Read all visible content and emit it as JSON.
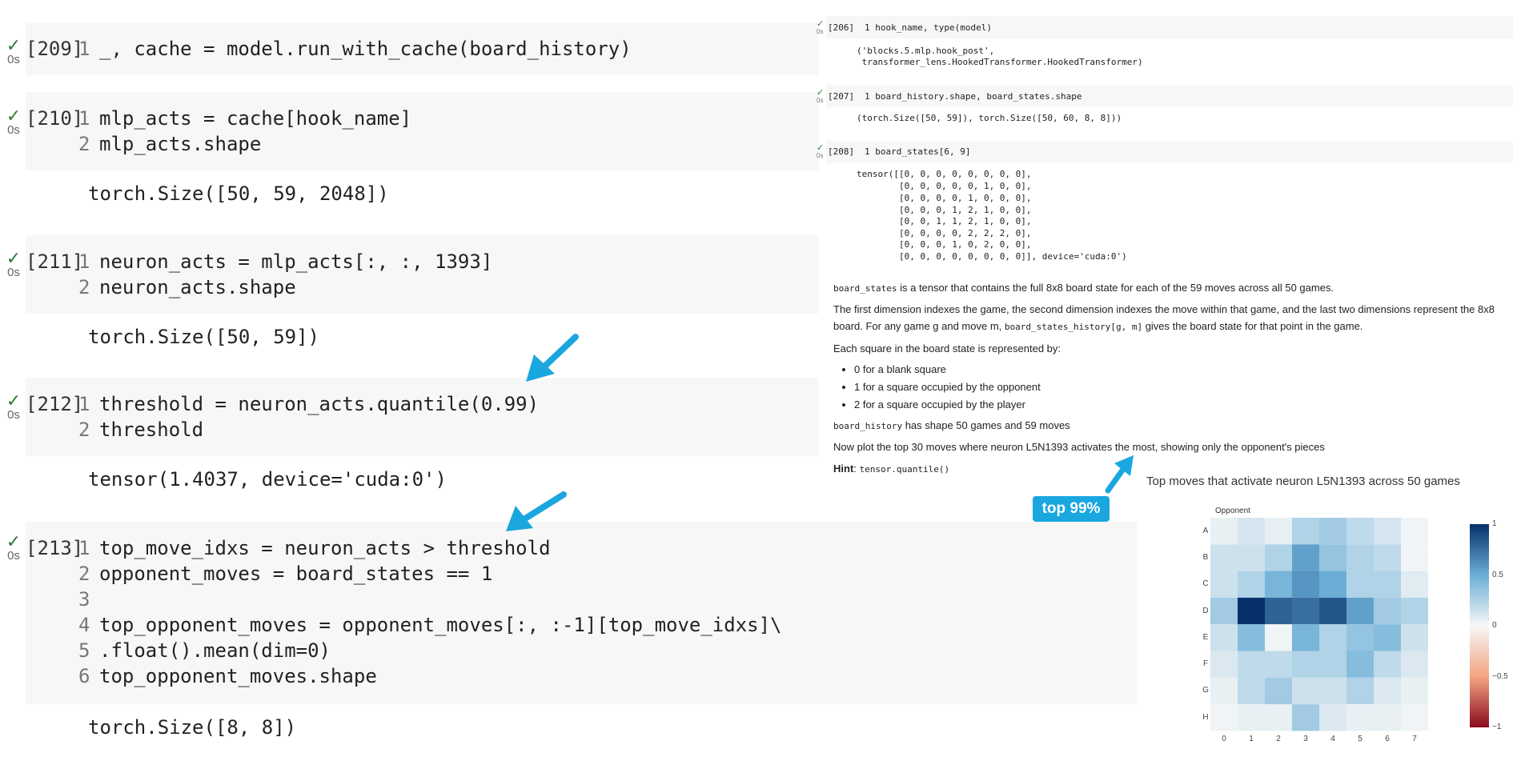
{
  "left_cells": [
    {
      "prompt": "[209]",
      "run_time": "0s",
      "lines": [
        {
          "num": "1",
          "text": "_, cache = model.run_with_cache(board_history)"
        }
      ],
      "output": ""
    },
    {
      "prompt": "[210]",
      "run_time": "0s",
      "lines": [
        {
          "num": "1",
          "text": "mlp_acts = cache[hook_name]"
        },
        {
          "num": "2",
          "text": "mlp_acts.shape"
        }
      ],
      "output": "torch.Size([50, 59, 2048])"
    },
    {
      "prompt": "[211]",
      "run_time": "0s",
      "lines": [
        {
          "num": "1",
          "text": "neuron_acts = mlp_acts[:, :, 1393]"
        },
        {
          "num": "2",
          "text": "neuron_acts.shape"
        }
      ],
      "output": "torch.Size([50, 59])"
    },
    {
      "prompt": "[212]",
      "run_time": "0s",
      "lines": [
        {
          "num": "1",
          "text": "threshold = neuron_acts.quantile(0.99)"
        },
        {
          "num": "2",
          "text": "threshold"
        }
      ],
      "output": "tensor(1.4037, device='cuda:0')"
    },
    {
      "prompt": "[213]",
      "run_time": "0s",
      "lines": [
        {
          "num": "1",
          "text": "top_move_idxs = neuron_acts > threshold"
        },
        {
          "num": "2",
          "text": "opponent_moves = board_states == 1"
        },
        {
          "num": "3",
          "text": ""
        },
        {
          "num": "4",
          "text": "top_opponent_moves = opponent_moves[:, :-1][top_move_idxs]\\"
        },
        {
          "num": "5",
          "text": ".float().mean(dim=0)"
        },
        {
          "num": "6",
          "text": "top_opponent_moves.shape"
        }
      ],
      "output": "torch.Size([8, 8])"
    }
  ],
  "right_cells": [
    {
      "prompt": "[206]",
      "run_time": "0s",
      "line": "1 hook_name, type(model)",
      "output": [
        "('blocks.5.mlp.hook_post',",
        " transformer_lens.HookedTransformer.HookedTransformer)"
      ]
    },
    {
      "prompt": "[207]",
      "run_time": "0s",
      "line": "1 board_history.shape, board_states.shape",
      "output": [
        "(torch.Size([50, 59]), torch.Size([50, 60, 8, 8]))"
      ]
    },
    {
      "prompt": "[208]",
      "run_time": "0s",
      "line": "1 board_states[6, 9]",
      "output": [
        "tensor([[0, 0, 0, 0, 0, 0, 0, 0],",
        "        [0, 0, 0, 0, 0, 1, 0, 0],",
        "        [0, 0, 0, 0, 1, 0, 0, 0],",
        "        [0, 0, 0, 1, 2, 1, 0, 0],",
        "        [0, 0, 1, 1, 2, 1, 0, 0],",
        "        [0, 0, 0, 0, 2, 2, 2, 0],",
        "        [0, 0, 0, 1, 0, 2, 0, 0],",
        "        [0, 0, 0, 0, 0, 0, 0, 0]], device='cuda:0')"
      ]
    }
  ],
  "markdown": {
    "p1_code": "board_states",
    "p1_text": " is a tensor that contains the full 8x8 board state for each of the 59 moves across all 50 games.",
    "p2_line1": "The first dimension indexes the game, the second dimension indexes the move within that game, and the last two dimensions represent the 8x8",
    "p2_line2_a": "board. For any game g and move m, ",
    "p2_line2_code": "board_states_history[g, m]",
    "p2_line2_b": " gives the board state for that point in the game.",
    "p3": "Each square in the board state is represented by:",
    "bullets": [
      "0 for a blank square",
      "1 for a square occupied by the opponent",
      "2 for a square occupied by the player"
    ],
    "p4_code": "board_history",
    "p4_text": " has shape 50 games and 59 moves",
    "p5": "Now plot the top 30 moves where neuron L5N1393 activates the most, showing only the opponent's pieces",
    "hint_label": "Hint",
    "hint_sep": ": ",
    "hint_code": "tensor.quantile()"
  },
  "badge": "top 99%",
  "arrow_color": "#1aa7e0",
  "chart_data": {
    "type": "heatmap",
    "title": "Top moves that activate neuron L5N1393 across 50 games",
    "subtitle": "Opponent",
    "row_labels": [
      "A",
      "B",
      "C",
      "D",
      "E",
      "F",
      "G",
      "H"
    ],
    "col_labels": [
      "0",
      "1",
      "2",
      "3",
      "4",
      "5",
      "6",
      "7"
    ],
    "values": [
      [
        0.05,
        0.12,
        0.05,
        0.25,
        0.3,
        0.2,
        0.12,
        0.02
      ],
      [
        0.15,
        0.15,
        0.25,
        0.55,
        0.35,
        0.25,
        0.2,
        0.02
      ],
      [
        0.15,
        0.25,
        0.45,
        0.6,
        0.5,
        0.25,
        0.25,
        0.08
      ],
      [
        0.3,
        1.0,
        0.8,
        0.75,
        0.85,
        0.55,
        0.3,
        0.25
      ],
      [
        0.15,
        0.4,
        0.02,
        0.45,
        0.25,
        0.35,
        0.4,
        0.15
      ],
      [
        0.1,
        0.2,
        0.2,
        0.25,
        0.25,
        0.4,
        0.2,
        0.1
      ],
      [
        0.05,
        0.2,
        0.3,
        0.15,
        0.15,
        0.25,
        0.1,
        0.05
      ],
      [
        0.02,
        0.05,
        0.05,
        0.3,
        0.1,
        0.05,
        0.05,
        0.02
      ]
    ],
    "colorbar": {
      "min": -1,
      "max": 1,
      "ticks": [
        "1",
        "0.5",
        "0",
        "−0.5",
        "−1"
      ],
      "high_color": "#08306b",
      "zero_color": "#f7f7f7",
      "low_color": "#8b0a1e"
    }
  }
}
